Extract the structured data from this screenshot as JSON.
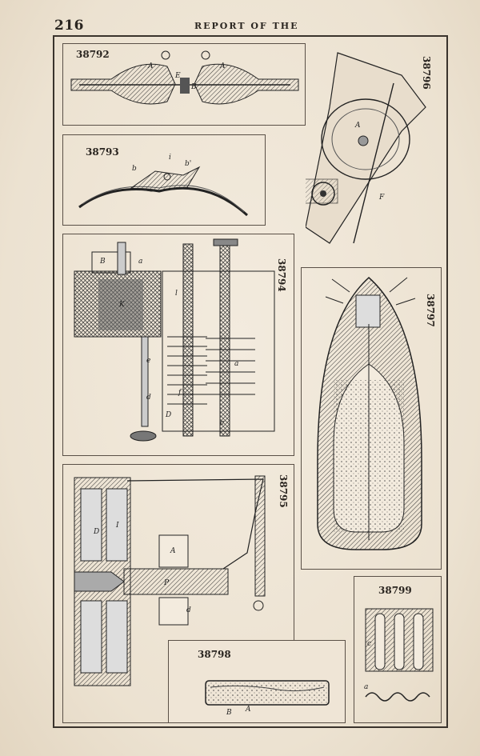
{
  "page": {
    "number": "216",
    "running_head": "REPORT OF THE"
  },
  "figures": {
    "f38792": {
      "label": "38792",
      "letters": [
        "A",
        "A",
        "E",
        "B"
      ]
    },
    "f38793": {
      "label": "38793",
      "letters": [
        "b",
        "i",
        "b'"
      ]
    },
    "f38794": {
      "label": "38794",
      "letters": [
        "B",
        "a",
        "K",
        "l",
        "e",
        "a",
        "f",
        "D",
        "d",
        "c"
      ]
    },
    "f38795": {
      "label": "38795",
      "letters": [
        "D",
        "I",
        "A",
        "P",
        "d"
      ]
    },
    "f38796": {
      "label": "38796",
      "letters": [
        "A",
        "F"
      ]
    },
    "f38797": {
      "label": "38797",
      "letters": []
    },
    "f38798": {
      "label": "38798",
      "letters": [
        "B",
        "A"
      ]
    },
    "f38799": {
      "label": "38799",
      "letters": [
        "c",
        "a"
      ]
    }
  },
  "colors": {
    "paper": "#efe5d6",
    "ink": "#2a2520"
  }
}
